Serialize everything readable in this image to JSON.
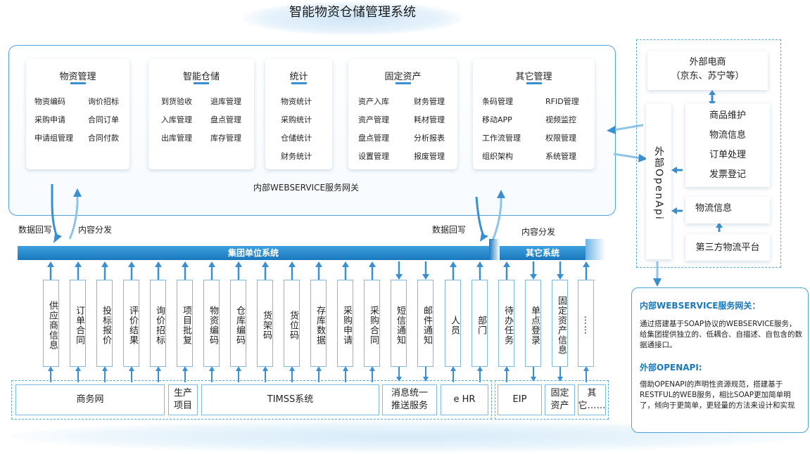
{
  "title": "智能物资仓储管理系统",
  "modules": [
    {
      "title": "物资管理",
      "items": [
        "物资编码",
        "询价招标",
        "采购申请",
        "合同订单",
        "申请组管理",
        "合同付款"
      ]
    },
    {
      "title": "智能仓储",
      "items": [
        "到货验收",
        "退库管理",
        "入库管理",
        "盘点管理",
        "出库管理",
        "库存管理"
      ]
    },
    {
      "title": "统计",
      "items": [
        "物资统计",
        "采购统计",
        "仓储统计",
        "财务统计"
      ]
    },
    {
      "title": "固定资产",
      "items": [
        "资产入库",
        "财务管理",
        "资产管理",
        "耗材管理",
        "盘点管理",
        "分析报表",
        "设置管理",
        "报废管理"
      ]
    },
    {
      "title": "其它管理",
      "items": [
        "条码管理",
        "RFID管理",
        "移动APP",
        "视频监控",
        "工作流管理",
        "权限管理",
        "组织架构",
        "系统管理"
      ]
    }
  ],
  "gateway_label": "内部WEBSERVICE服务网关",
  "flow_labels": {
    "writeback_left": "数据回写",
    "distribute_left": "内容分发",
    "writeback_right": "数据回写",
    "distribute_right": "内容分发"
  },
  "group_bar": "集团单位系统",
  "other_bar": "其它系统",
  "group_columns": [
    "供应商信息",
    "订单合同",
    "投标报价",
    "评价结果",
    "询价招标",
    "项目批复",
    "物资编码",
    "仓库编码",
    "货架码",
    "货位码",
    "存库数据",
    "采购申请",
    "采购合同",
    "短信通知",
    "邮件通知",
    "人员",
    "部门"
  ],
  "other_columns": [
    "待办任务",
    "单点登录",
    "固定资产信息",
    "……"
  ],
  "bottom_systems": [
    "商务网",
    "生产项目",
    "TIMSS系统",
    "消息统一推送服务",
    "e HR",
    "EIP",
    "固定资产",
    "其它……"
  ],
  "external": {
    "ecommerce_line1": "外部电商",
    "ecommerce_line2": "（京东、苏宁等）",
    "openapi_vertical": "外部OpenApi",
    "services": [
      "商品维护",
      "物流信息",
      "订单处理",
      "发票登记"
    ],
    "logistics_info": "物流信息",
    "third_party": "第三方物流平台"
  },
  "info": {
    "ws_title": "内部WEBSERVICE服务网关：",
    "ws_text": "通过搭建基于SOAP协议的WEBSERVICE服务，给集团提供独立的、低耦合、自描述、自包含的数据通接口。",
    "api_title": "外部OPENAPI:",
    "api_text": "借助OPENAPI的声明性资源规范，搭建基于RESTFUL的WEB服务，相比SOAP更加简单明了，倾向于更简单，更轻量的方法来设计和实现"
  },
  "colors": {
    "accent": "#1a78bd",
    "border": "#4fa3dc",
    "arrow": "#3a8fd0"
  }
}
